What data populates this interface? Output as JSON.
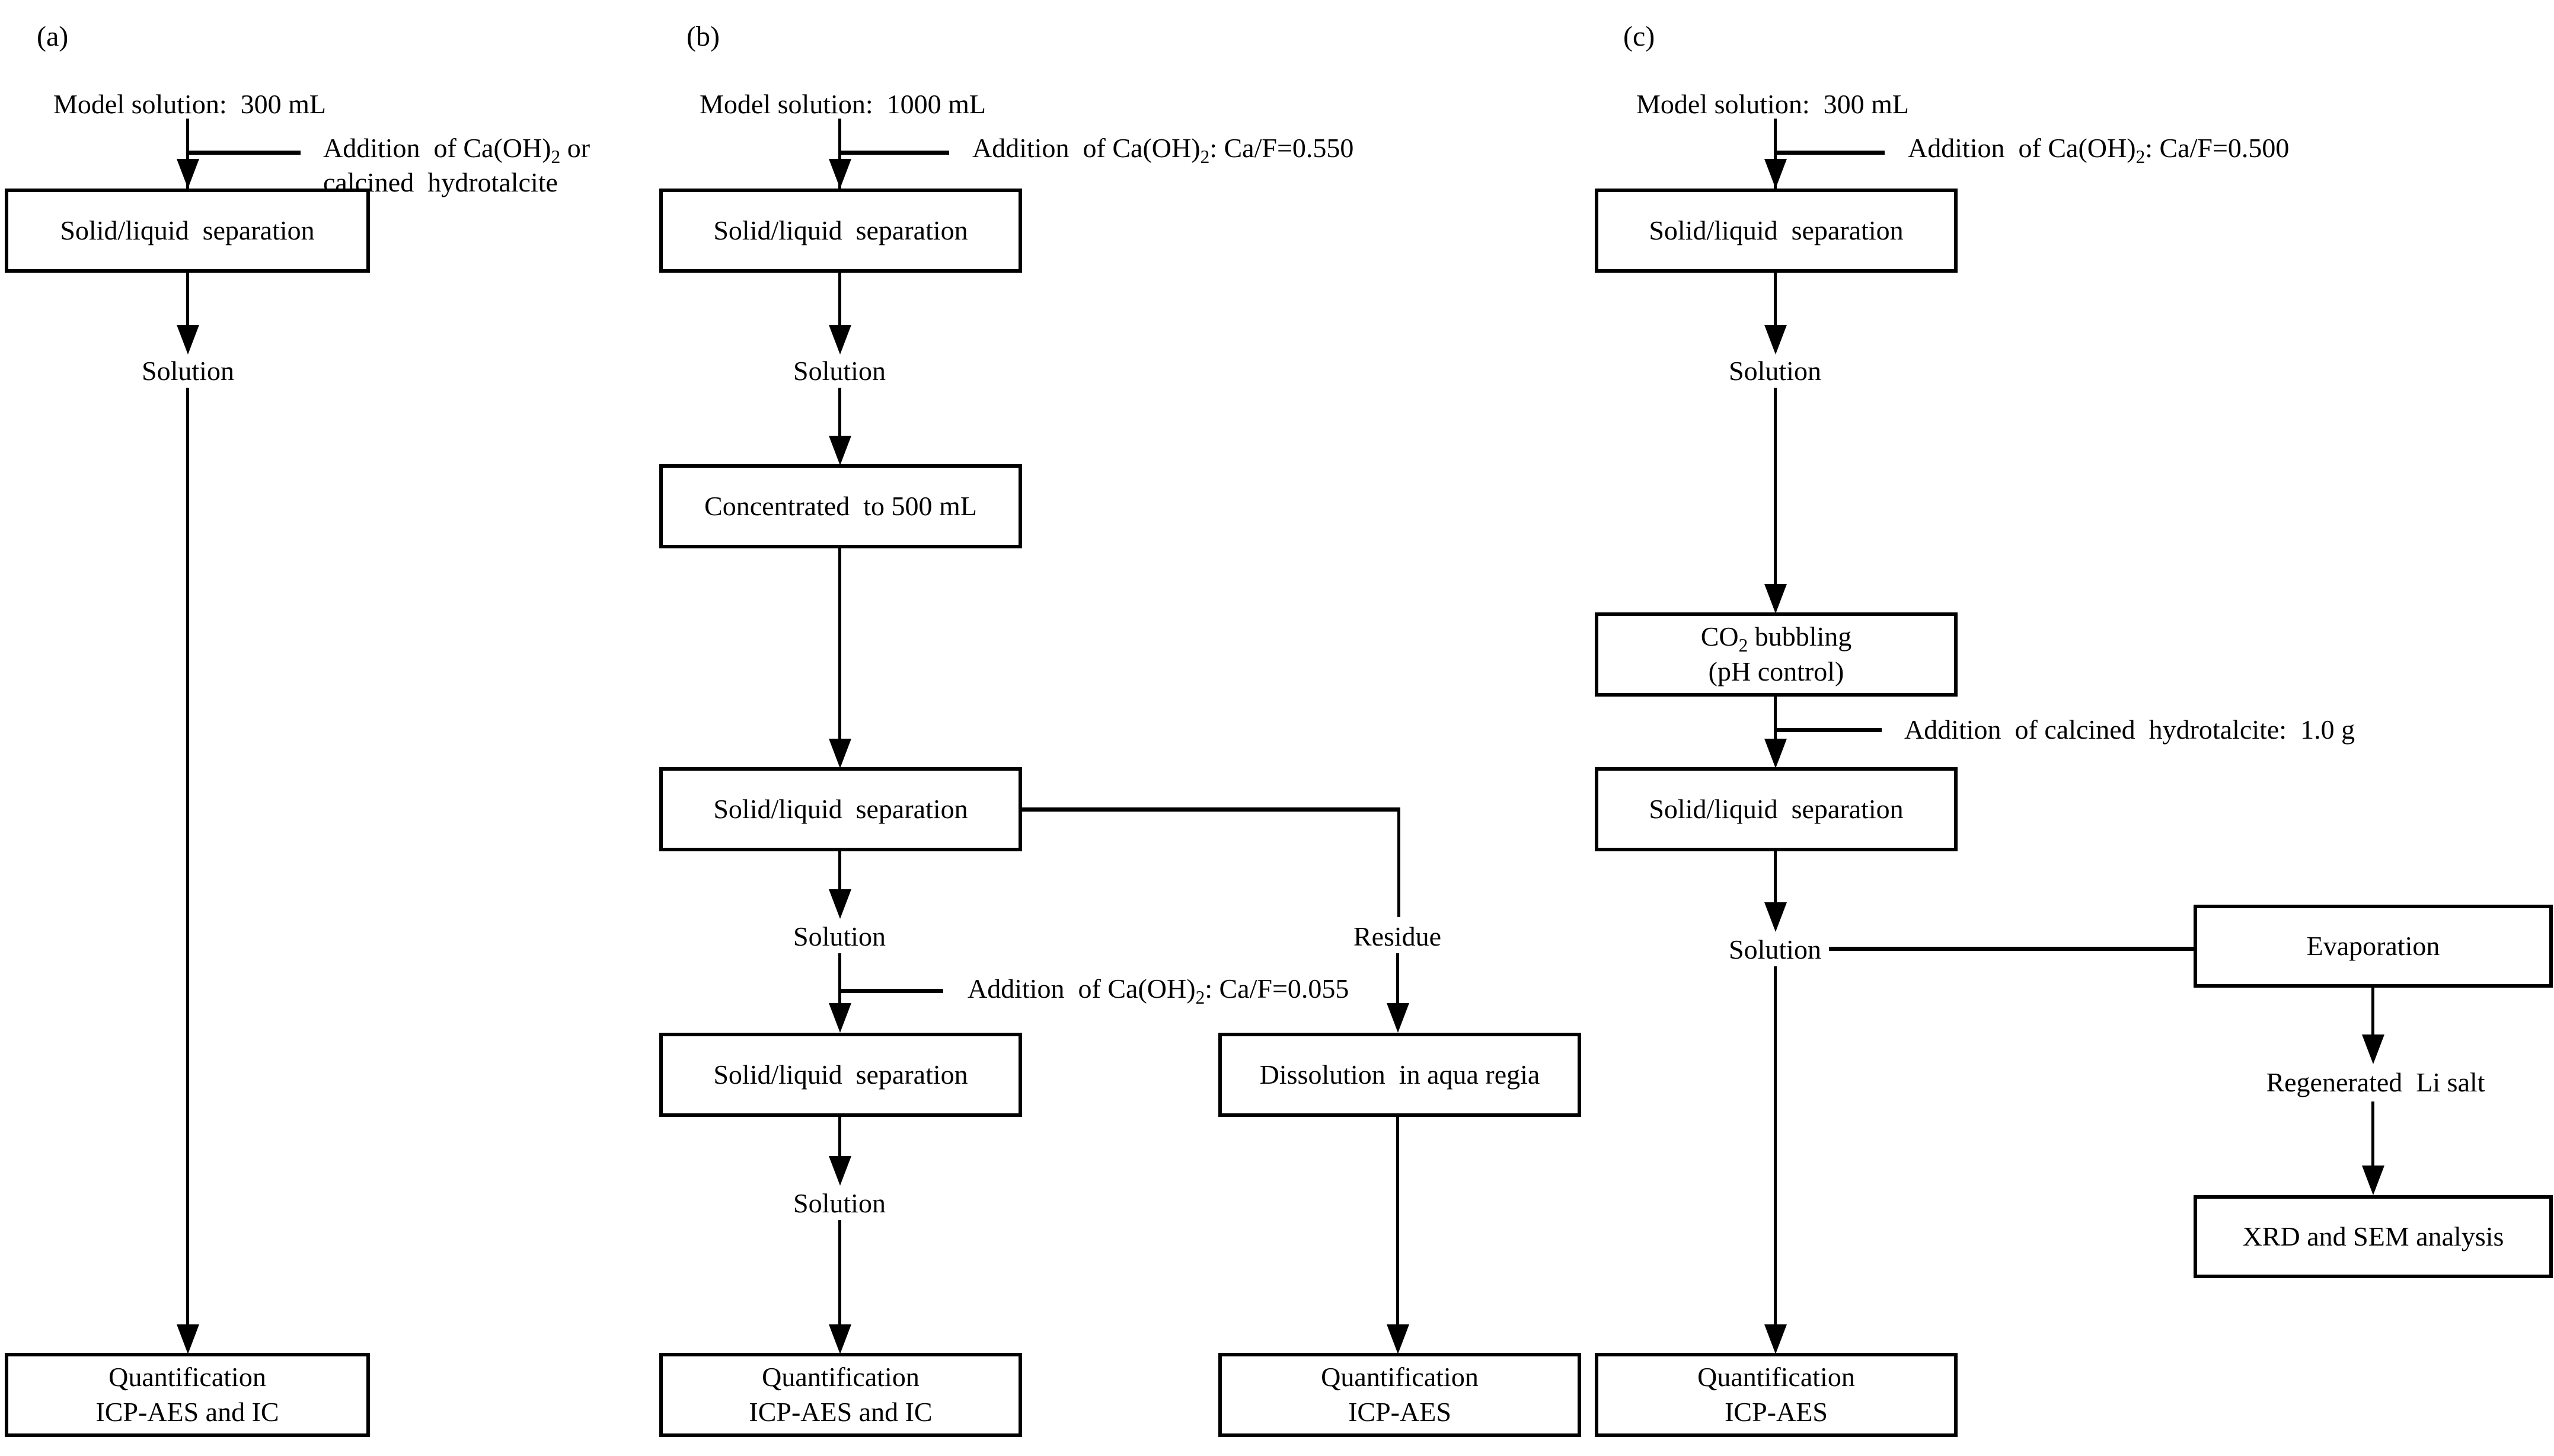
{
  "colors": {
    "ink": "#000000",
    "background": "#ffffff"
  },
  "panel_a": {
    "label": "(a)",
    "model_solution": "Model solution:  300 mL",
    "addition": {
      "prefix": "Addition  of Ca(OH)",
      "sub": "2",
      "suffix": " or"
    },
    "addition_line2": "calcined  hydrotalcite",
    "box_separation": "Solid/liquid  separation",
    "solution": "Solution",
    "quant_line1": "Quantification",
    "quant_line2": "ICP-AES and IC"
  },
  "panel_b": {
    "label": "(b)",
    "model_solution": "Model solution:  1000 mL",
    "addition1": {
      "prefix": "Addition  of Ca(OH)",
      "sub": "2",
      "suffix": ": Ca/F=0.550"
    },
    "box_separation1": "Solid/liquid  separation",
    "solution1": "Solution",
    "box_concentrated": "Concentrated  to 500 mL",
    "box_separation2": "Solid/liquid  separation",
    "solution2": "Solution",
    "residue": "Residue",
    "addition2": {
      "prefix": "Addition  of Ca(OH)",
      "sub": "2",
      "suffix": ": Ca/F=0.055"
    },
    "box_separation3": "Solid/liquid  separation",
    "box_dissolution": "Dissolution  in aqua regia",
    "solution3": "Solution",
    "quant1_line1": "Quantification",
    "quant1_line2": "ICP-AES and IC",
    "quant2_line1": "Quantification",
    "quant2_line2": "ICP-AES"
  },
  "panel_c": {
    "label": "(c)",
    "model_solution": "Model solution:  300 mL",
    "addition1": {
      "prefix": "Addition  of Ca(OH)",
      "sub": "2",
      "suffix": ": Ca/F=0.500"
    },
    "box_separation1": "Solid/liquid  separation",
    "solution1": "Solution",
    "box_co2_line1": {
      "prefix": "CO",
      "sub": "2",
      "suffix": " bubbling"
    },
    "box_co2_line2": "(pH control)",
    "addition2": "Addition  of calcined  hydrotalcite:  1.0 g",
    "box_separation2": "Solid/liquid  separation",
    "solution2": "Solution",
    "box_evaporation": "Evaporation",
    "regenerated": "Regenerated  Li salt",
    "box_xrd": "XRD and SEM analysis",
    "quant_line1": "Quantification",
    "quant_line2": "ICP-AES"
  }
}
